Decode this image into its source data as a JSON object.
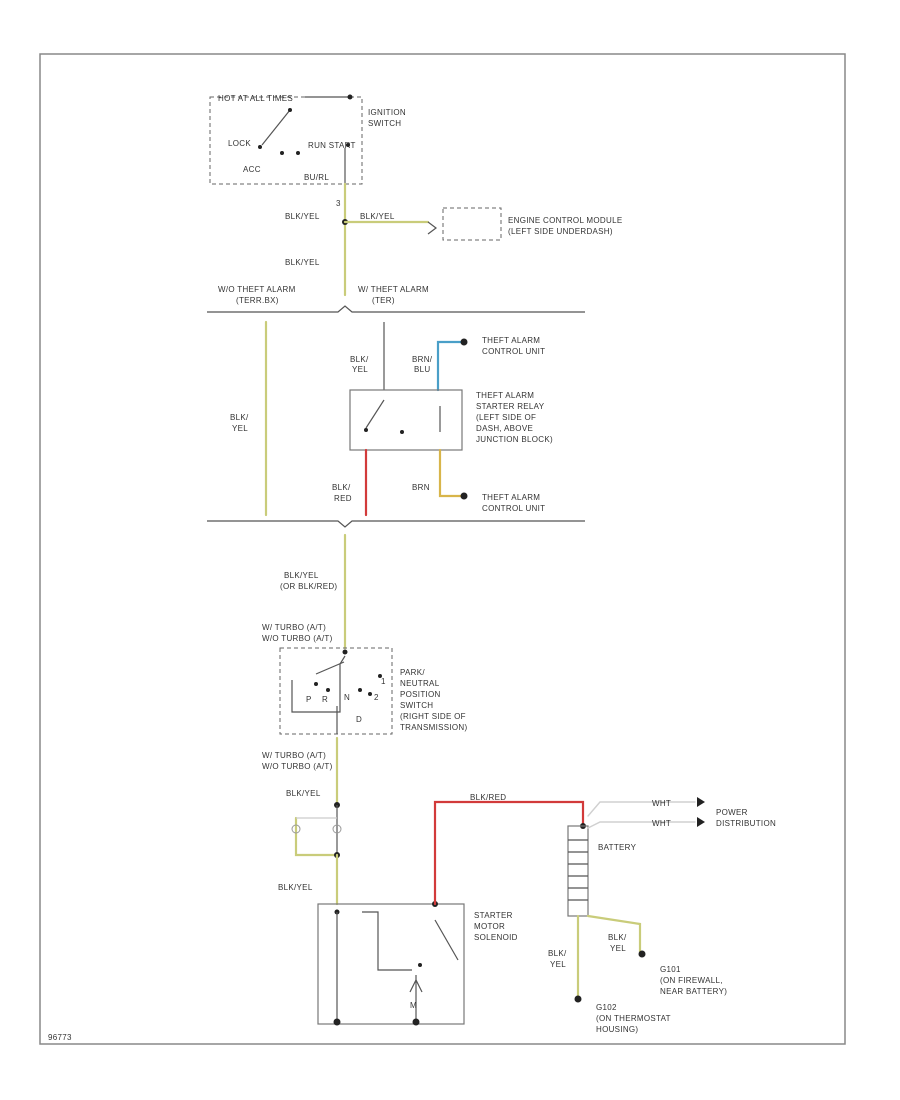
{
  "colors": {
    "bk_yel": "#c9cc7a",
    "bk_red": "#d23a3a",
    "brn": "#d8b54a",
    "brn_blu": "#4a9fc8",
    "wht": "#c8c8c8",
    "frame": "#888888"
  },
  "ignition_switch": {
    "hot_at_all_times": "HOT AT ALL TIMES",
    "lock": "LOCK",
    "acc": "ACC",
    "run_start": "RUN START",
    "bu_rl": "BU/RL",
    "name": [
      "IGNITION",
      "SWITCH"
    ]
  },
  "pin_ign": "3",
  "engine_module": [
    "ENGINE CONTROL MODULE",
    "(LEFT SIDE UNDERDASH)"
  ],
  "wires": {
    "bk_yel_1": "BLK/YEL",
    "bk_yel_2": "BLK/YEL",
    "bk_yel_3": "BLK/YEL",
    "bk_yel_stack": [
      "BLK/",
      "YEL"
    ],
    "bk_yel_relay_in": [
      "BLK/",
      "YEL"
    ],
    "brn_blu": [
      "BRN/",
      "BLU"
    ],
    "bk_red_relay": [
      "BLK/",
      "RED"
    ],
    "brn": "BRN",
    "bk_yel_pn": [
      "BLK/YEL",
      "(OR BLK/RED)"
    ],
    "bk_yel_lower": "BLK/YEL",
    "bk_yel_sol": "BLK/YEL",
    "bk_red_bat": "BLK/RED",
    "wht_1": "WHT",
    "wht_2": "WHT",
    "bk_yel_g101": [
      "BLK/",
      "YEL"
    ],
    "bk_yel_g102": [
      "BLK/",
      "YEL"
    ]
  },
  "options": {
    "without_alarm": [
      "W/O THEFT ALARM",
      "(TERR.BX)"
    ],
    "with_alarm": [
      "W/ THEFT ALARM",
      "(TER)"
    ]
  },
  "theft_alarm_unit_1": [
    "THEFT ALARM",
    "CONTROL UNIT"
  ],
  "theft_alarm_relay": [
    "THEFT ALARM",
    "STARTER RELAY",
    "(LEFT SIDE OF",
    "DASH, ABOVE",
    "JUNCTION BLOCK)"
  ],
  "theft_alarm_unit_2": [
    "THEFT ALARM",
    "CONTROL UNIT"
  ],
  "pn_options": {
    "top": [
      "W/ TURBO (A/T)",
      "W/O TURBO (A/T)"
    ],
    "bottom": [
      "W/ TURBO (A/T)",
      "W/O TURBO (A/T)"
    ]
  },
  "pn_switch": [
    "PARK/",
    "NEUTRAL",
    "POSITION",
    "SWITCH",
    "(RIGHT SIDE OF",
    "TRANSMISSION)"
  ],
  "pn_letters": [
    "P",
    "R",
    "N",
    "D",
    "2",
    "1"
  ],
  "starter": [
    "STARTER",
    "MOTOR",
    "SOLENOID"
  ],
  "starter_pin": "M",
  "battery": "BATTERY",
  "power_distribution": [
    "POWER",
    "DISTRIBUTION"
  ],
  "g101": [
    "G101",
    "(ON FIREWALL,",
    "NEAR BATTERY)"
  ],
  "g102": [
    "G102",
    "(ON THERMOSTAT",
    "HOUSING)"
  ],
  "footer_code": "96773"
}
